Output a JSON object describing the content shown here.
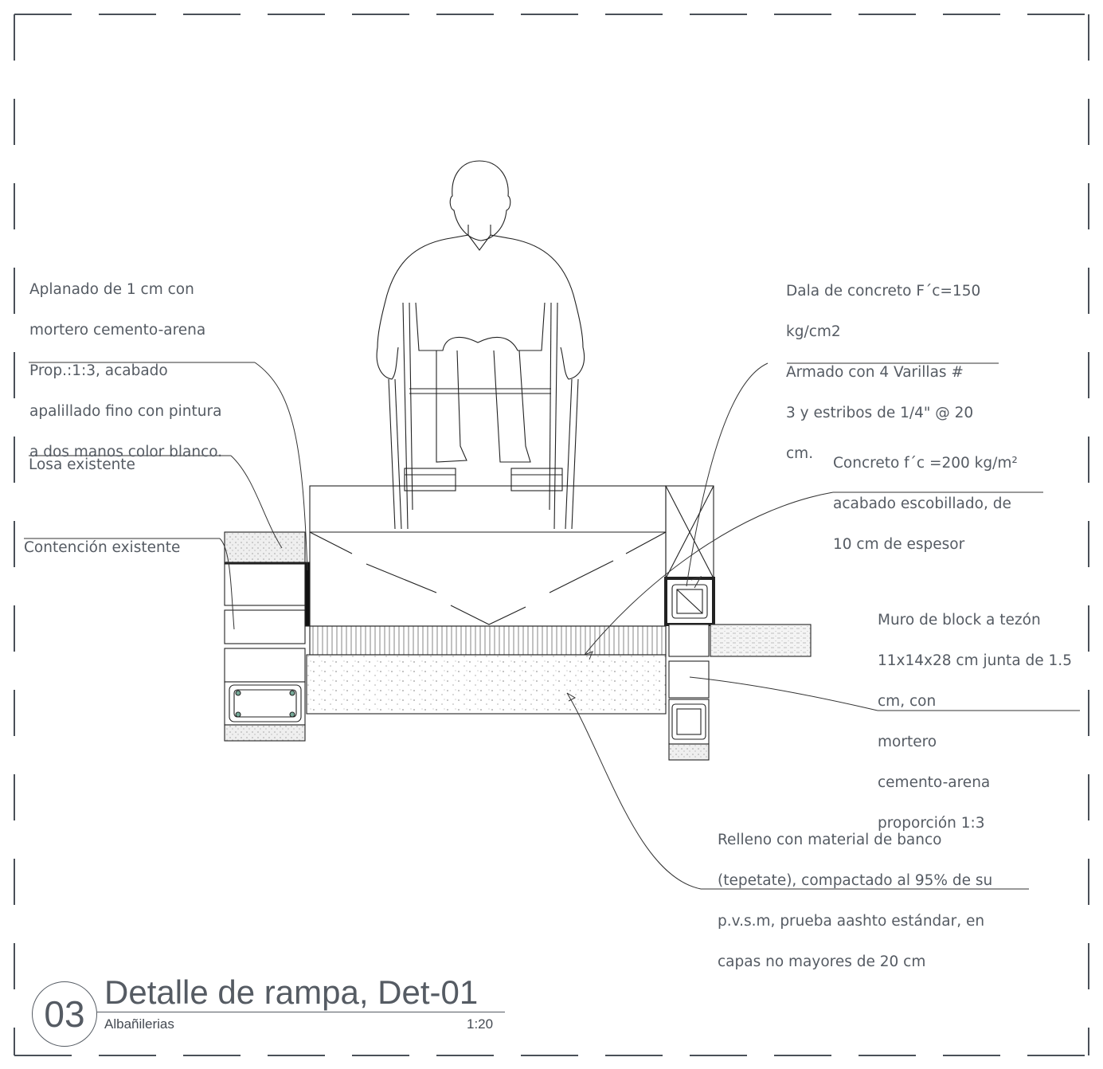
{
  "title": {
    "number": "03",
    "name": "Detalle de rampa, Det-01",
    "subtitle": "Albañilerias",
    "scale": "1:20"
  },
  "notes": {
    "aplanado": [
      "Aplanado de 1 cm con",
      "mortero cemento-arena",
      "Prop.:1:3, acabado",
      "apalillado fino con pintura",
      "a dos manos color blanco."
    ],
    "losa": "Losa existente",
    "contencion": "Contención existente",
    "dala": [
      "Dala de concreto F´c=150",
      "kg/cm2",
      "Armado con 4 Varillas  #",
      "3 y estribos  de 1/4\" @ 20",
      "cm."
    ],
    "concreto": [
      "Concreto f´c =200 kg/m²",
      "acabado escobillado, de",
      "10 cm de espesor"
    ],
    "muro": [
      "Muro de block a tezón",
      "11x14x28 cm  junta de 1.5",
      "cm, con",
      "mortero",
      "cemento-arena",
      "proporción 1:3"
    ],
    "relleno": [
      "Relleno con material de banco",
      "(tepetate), compactado al 95% de su",
      "p.v.s.m, prueba aashto estándar, en",
      "capas no mayores de 20 cm"
    ]
  },
  "colors": {
    "line": "#222222",
    "text": "#555b63",
    "border": "#4a5058"
  }
}
